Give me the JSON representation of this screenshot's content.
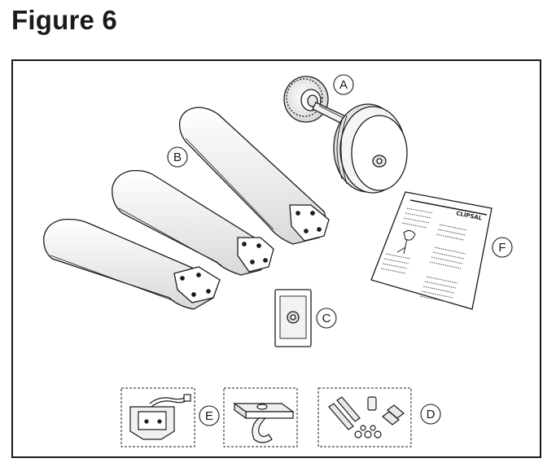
{
  "figure": {
    "title": "Figure 6"
  },
  "parts": [
    {
      "label": "A",
      "icon": "fan-motor-icon"
    },
    {
      "label": "B",
      "icon": "fan-blades-icon"
    },
    {
      "label": "C",
      "icon": "wall-control-icon"
    },
    {
      "label": "D",
      "icon": "screws-hardware-icon"
    },
    {
      "label": "E",
      "icon": "mounting-bracket-icon"
    },
    {
      "label": "F",
      "icon": "instruction-manual-icon"
    }
  ],
  "manual": {
    "brand": "CLIPSAL"
  }
}
